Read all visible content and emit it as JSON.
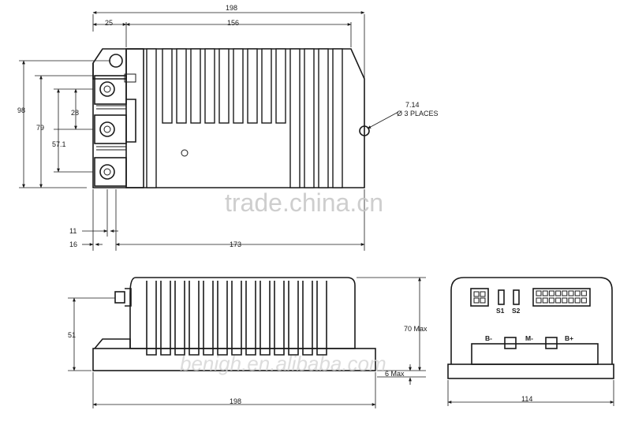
{
  "dimensions": {
    "overall_length": "198",
    "offset_25": "25",
    "length_156": "156",
    "height_98": "98",
    "height_79": "79",
    "gap_28": "28",
    "height_57_1": "57.1",
    "offset_11": "11",
    "offset_16": "16",
    "length_173": "173",
    "hole_note_line1": "7.14",
    "hole_note_line2": "Ø 3 PLACES",
    "side_height_51": "51",
    "side_height_70_max": "70 Max",
    "side_base_6_max": "6 Max",
    "side_length_198": "198",
    "end_width_114": "114"
  },
  "connector_labels": {
    "s1": "S1",
    "s2": "S2",
    "b_minus": "B-",
    "m_minus": "M-",
    "b_plus": "B+"
  },
  "watermarks": {
    "trade": "trade.china.cn",
    "benigh": "benigh.en.alibaba.com"
  }
}
